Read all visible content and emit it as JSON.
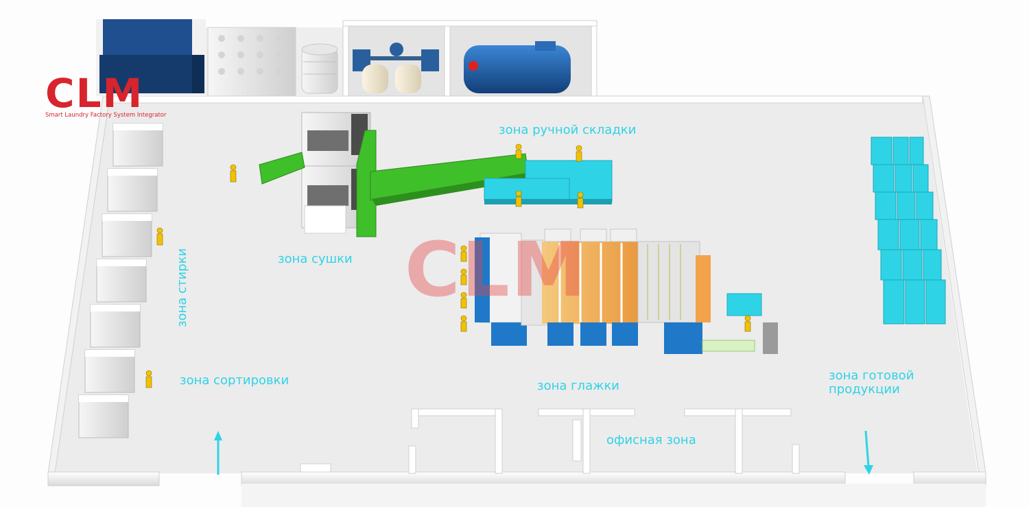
{
  "logo": {
    "mark": "CLM",
    "tagline": "Smart Laundry Factory System Integrator",
    "color": "#d8242c"
  },
  "watermark": {
    "text": "CLM"
  },
  "zones": {
    "manual_folding": "зона ручной складки",
    "drying": "зона сушки",
    "washing": "зона стирки",
    "sorting": "зона сортировки",
    "ironing": "зона глажки",
    "finished_line1": "зона готовой",
    "finished_line2": "продукции",
    "office": "офисная зона"
  },
  "colors": {
    "label": "#2fd3e6",
    "conveyor_green": "#3fbf2a",
    "shelf_cyan": "#2fd3e6",
    "boiler_blue": "#1f5fa8",
    "floor": "#ececec",
    "wall": "#ffffff",
    "worker": "#f2c200",
    "ironer_orange": "#f5a43a"
  },
  "icons": {
    "flow_in": "arrow-up-icon",
    "flow_out": "arrow-down-icon"
  }
}
